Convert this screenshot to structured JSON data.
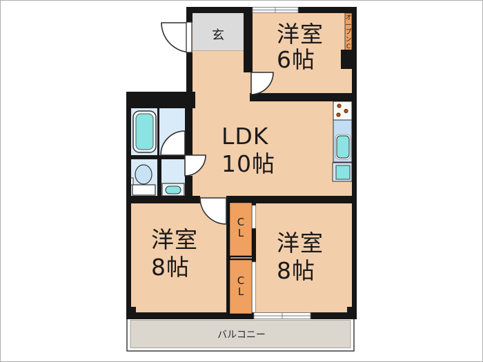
{
  "plan_title": "apartment-floor-plan",
  "rooms": {
    "genkan": {
      "label": "玄"
    },
    "bedroom6": {
      "name": "洋室",
      "size": "6帖"
    },
    "ldk": {
      "name": "LDK",
      "size": "10帖"
    },
    "bedroom8_left": {
      "name": "洋室",
      "size": "8帖"
    },
    "bedroom8_right": {
      "name": "洋室",
      "size": "8帖"
    },
    "open_closet": {
      "label": "オープンCL"
    },
    "closet_top": {
      "label": "CL"
    },
    "closet_bottom": {
      "label": "CL"
    },
    "balcony": {
      "label": "バルコニー"
    }
  },
  "colors": {
    "floor": "#F3CEAA",
    "closet": "#F0A160",
    "genkan": "#DBDBDB",
    "balcony": "#DBD6CE",
    "wet": "#D9EAF8",
    "cyan": "#8BE3E3",
    "cabinet": "#C3DDF2",
    "wall": "#161616",
    "frame": "#ADADAD"
  }
}
